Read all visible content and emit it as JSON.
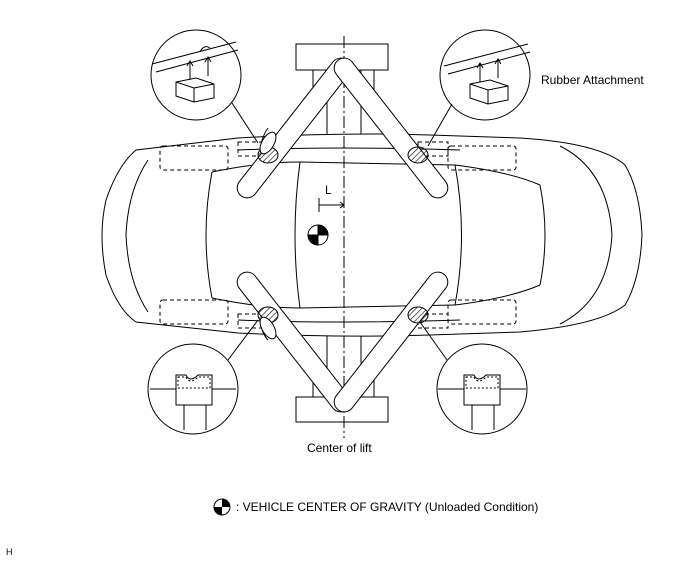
{
  "diagram": {
    "rubber_attachment_label": "Rubber Attachment",
    "distance_label": "L",
    "center_of_lift_label": "Center of lift",
    "legend_text": ": VEHICLE CENTER OF GRAVITY (Unloaded Condition)",
    "legend_icon": "center-of-gravity-icon",
    "figure_code": "H"
  },
  "colors": {
    "line": "#000000",
    "background": "#ffffff"
  }
}
